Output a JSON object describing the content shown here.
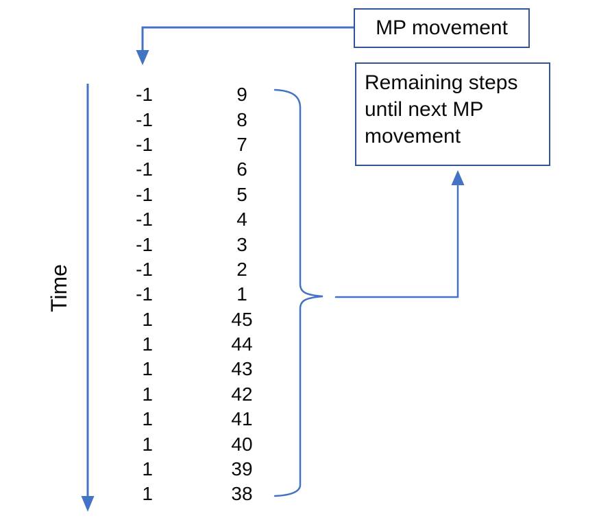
{
  "background": "#ffffff",
  "colors": {
    "accent_blue": "#4472C4",
    "box_border_blue": "#2F5597",
    "text_black": "#0A0A0A"
  },
  "time_label": "Time",
  "annotations": {
    "mp_movement": {
      "label": "MP movement"
    },
    "remaining_steps": {
      "text": "Remaining steps until next MP movement",
      "lines": [
        "Remaining steps",
        "until next MP",
        "movement"
      ]
    }
  },
  "chart_data": {
    "type": "table",
    "columns": [
      "MP movement",
      "Remaining steps until next MP movement"
    ],
    "rows": [
      {
        "mp_movement": "-1",
        "remaining_steps": "9"
      },
      {
        "mp_movement": "-1",
        "remaining_steps": "8"
      },
      {
        "mp_movement": "-1",
        "remaining_steps": "7"
      },
      {
        "mp_movement": "-1",
        "remaining_steps": "6"
      },
      {
        "mp_movement": "-1",
        "remaining_steps": "5"
      },
      {
        "mp_movement": "-1",
        "remaining_steps": "4"
      },
      {
        "mp_movement": "-1",
        "remaining_steps": "3"
      },
      {
        "mp_movement": "-1",
        "remaining_steps": "2"
      },
      {
        "mp_movement": "-1",
        "remaining_steps": "1"
      },
      {
        "mp_movement": "1",
        "remaining_steps": "45"
      },
      {
        "mp_movement": "1",
        "remaining_steps": "44"
      },
      {
        "mp_movement": "1",
        "remaining_steps": "43"
      },
      {
        "mp_movement": "1",
        "remaining_steps": "42"
      },
      {
        "mp_movement": "1",
        "remaining_steps": "41"
      },
      {
        "mp_movement": "1",
        "remaining_steps": "40"
      },
      {
        "mp_movement": "1",
        "remaining_steps": "39"
      },
      {
        "mp_movement": "1",
        "remaining_steps": "38"
      }
    ]
  }
}
